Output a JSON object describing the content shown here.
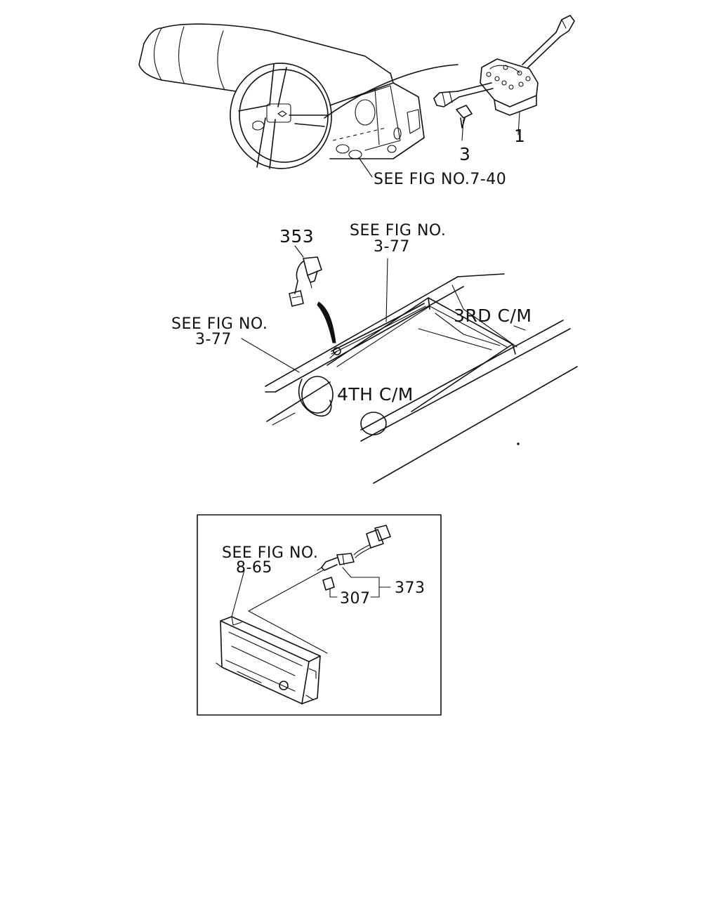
{
  "figure1": {
    "callout_1": "1",
    "callout_3": "3",
    "see_fig": "SEE FIG NO.7-40"
  },
  "figure2": {
    "callout_353": "353",
    "see_fig_top_line1": "SEE FIG NO.",
    "see_fig_top_line2": "3-77",
    "see_fig_left_line1": "SEE FIG NO.",
    "see_fig_left_line2": "3-77",
    "label_3rd": "3RD C/M",
    "label_4th": "4TH C/M"
  },
  "figure3": {
    "see_fig_line1": "SEE FIG NO.",
    "see_fig_line2": "8-65",
    "callout_307": "307",
    "callout_373": "373"
  }
}
